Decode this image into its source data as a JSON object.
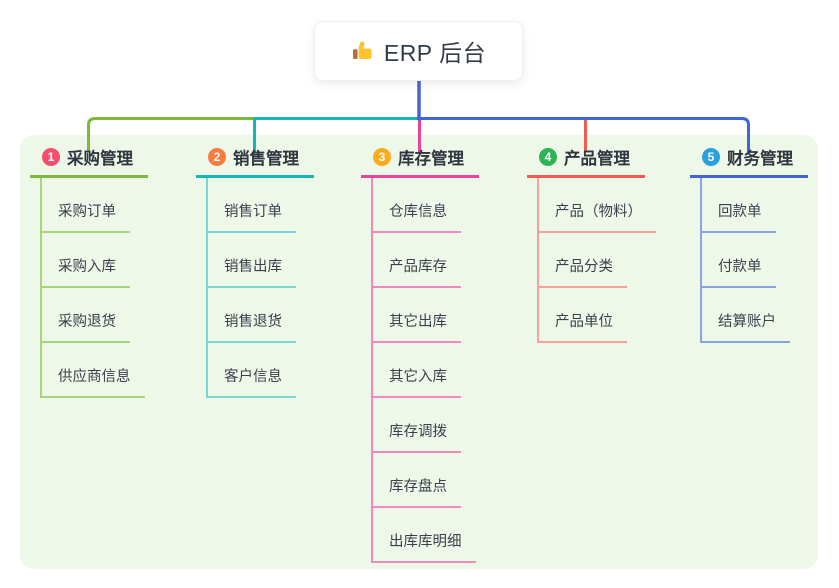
{
  "root": {
    "icon": "thumbs-up",
    "label": "ERP 后台",
    "connector_color": "#4A62D8"
  },
  "panel": {
    "background": "#EDF8E9"
  },
  "branches": [
    {
      "number": "1",
      "title": "采购管理",
      "badge_color": "#F2506E",
      "line_color": "#7CBA3F",
      "child_line_color": "#A9D47E",
      "children": [
        "采购订单",
        "采购入库",
        "采购退货",
        "供应商信息"
      ]
    },
    {
      "number": "2",
      "title": "销售管理",
      "badge_color": "#F97B3D",
      "line_color": "#13B9B0",
      "child_line_color": "#79D8CF",
      "children": [
        "销售订单",
        "销售出库",
        "销售退货",
        "客户信息"
      ]
    },
    {
      "number": "3",
      "title": "库存管理",
      "badge_color": "#FBAC1B",
      "line_color": "#E9449B",
      "child_line_color": "#F18BBE",
      "children": [
        "仓库信息",
        "产品库存",
        "其它出库",
        "其它入库",
        "库存调拨",
        "库存盘点",
        "出库库明细"
      ]
    },
    {
      "number": "4",
      "title": "产品管理",
      "badge_color": "#2EB454",
      "line_color": "#F15B51",
      "child_line_color": "#F8A09A",
      "children": [
        "产品（物料）",
        "产品分类",
        "产品单位"
      ]
    },
    {
      "number": "5",
      "title": "财务管理",
      "badge_color": "#29A1E0",
      "line_color": "#3E66D8",
      "child_line_color": "#8CA3E3",
      "children": [
        "回款单",
        "付款单",
        "结算账户"
      ]
    }
  ]
}
